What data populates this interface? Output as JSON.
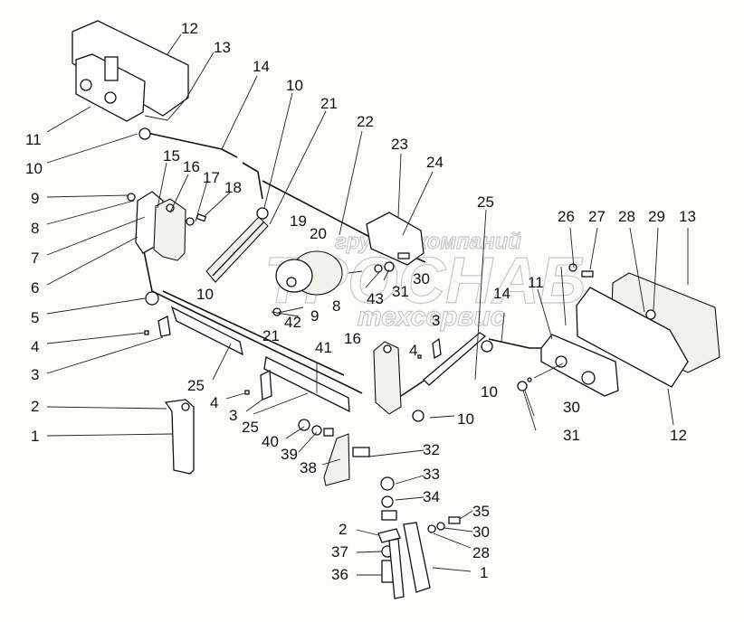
{
  "figure": {
    "type": "exploded parts diagram",
    "subject": "lighting / wiring assembly with lamp housings, relay, brackets and harness"
  },
  "watermark": {
    "line1": "группа компаний",
    "line2": "ТРОСНАБ",
    "line3": "техсервис"
  },
  "labels": [
    {
      "id": "l12a",
      "text": "12"
    },
    {
      "id": "l13a",
      "text": "13"
    },
    {
      "id": "l14a",
      "text": "14"
    },
    {
      "id": "l10a",
      "text": "10"
    },
    {
      "id": "l21a",
      "text": "21"
    },
    {
      "id": "l22",
      "text": "22"
    },
    {
      "id": "l11a",
      "text": "11"
    },
    {
      "id": "l10b",
      "text": "10"
    },
    {
      "id": "l23",
      "text": "23"
    },
    {
      "id": "l24",
      "text": "24"
    },
    {
      "id": "l15",
      "text": "15"
    },
    {
      "id": "l16a",
      "text": "16"
    },
    {
      "id": "l17",
      "text": "17"
    },
    {
      "id": "l18",
      "text": "18"
    },
    {
      "id": "l9a",
      "text": "9"
    },
    {
      "id": "l8a",
      "text": "8"
    },
    {
      "id": "l19",
      "text": "19"
    },
    {
      "id": "l20",
      "text": "20"
    },
    {
      "id": "l25a",
      "text": "25"
    },
    {
      "id": "l26",
      "text": "26"
    },
    {
      "id": "l27",
      "text": "27"
    },
    {
      "id": "l28a",
      "text": "28"
    },
    {
      "id": "l29",
      "text": "29"
    },
    {
      "id": "l13b",
      "text": "13"
    },
    {
      "id": "l7",
      "text": "7"
    },
    {
      "id": "l6",
      "text": "6"
    },
    {
      "id": "l10c",
      "text": "10"
    },
    {
      "id": "l30a",
      "text": "30"
    },
    {
      "id": "l31a",
      "text": "31"
    },
    {
      "id": "l43",
      "text": "43"
    },
    {
      "id": "l11b",
      "text": "11"
    },
    {
      "id": "l14b",
      "text": "14"
    },
    {
      "id": "l8b",
      "text": "8"
    },
    {
      "id": "l9b",
      "text": "9"
    },
    {
      "id": "l42",
      "text": "42"
    },
    {
      "id": "l5",
      "text": "5"
    },
    {
      "id": "l3a",
      "text": "3"
    },
    {
      "id": "l4a",
      "text": "4"
    },
    {
      "id": "l21b",
      "text": "21"
    },
    {
      "id": "l16b",
      "text": "16"
    },
    {
      "id": "l4b",
      "text": "4"
    },
    {
      "id": "l41",
      "text": "41"
    },
    {
      "id": "l3b",
      "text": "3"
    },
    {
      "id": "l10d",
      "text": "10"
    },
    {
      "id": "l30b",
      "text": "30"
    },
    {
      "id": "l31b",
      "text": "31"
    },
    {
      "id": "l12b",
      "text": "12"
    },
    {
      "id": "l25b",
      "text": "25"
    },
    {
      "id": "l4c",
      "text": "4"
    },
    {
      "id": "l3c",
      "text": "3"
    },
    {
      "id": "l25c",
      "text": "25"
    },
    {
      "id": "l10e",
      "text": "10"
    },
    {
      "id": "l2a",
      "text": "2"
    },
    {
      "id": "l1a",
      "text": "1"
    },
    {
      "id": "l40",
      "text": "40"
    },
    {
      "id": "l39",
      "text": "39"
    },
    {
      "id": "l38",
      "text": "38"
    },
    {
      "id": "l32",
      "text": "32"
    },
    {
      "id": "l33",
      "text": "33"
    },
    {
      "id": "l34",
      "text": "34"
    },
    {
      "id": "l35",
      "text": "35"
    },
    {
      "id": "l30c",
      "text": "30"
    },
    {
      "id": "l28b",
      "text": "28"
    },
    {
      "id": "l2b",
      "text": "2"
    },
    {
      "id": "l37",
      "text": "37"
    },
    {
      "id": "l36",
      "text": "36"
    },
    {
      "id": "l1b",
      "text": "1"
    }
  ]
}
